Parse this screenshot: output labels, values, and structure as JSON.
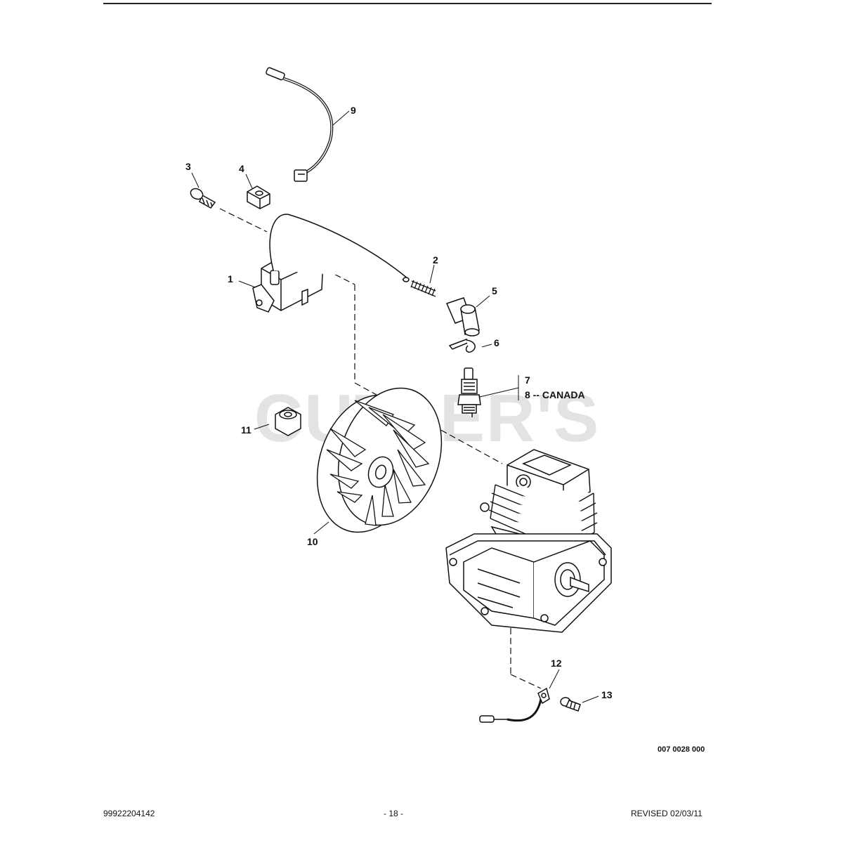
{
  "watermark": "CUTLER'S",
  "callouts": {
    "c1": "1",
    "c2": "2",
    "c3": "3",
    "c4": "4",
    "c5": "5",
    "c6": "6",
    "c7": "7",
    "c8": "8 -- CANADA",
    "c9": "9",
    "c10": "10",
    "c11": "11",
    "c12": "12",
    "c13": "13"
  },
  "drawing_number": "007 0028 000",
  "footer": {
    "part_number": "99922204142",
    "page": "- 18 -",
    "revised": "REVISED 02/03/11"
  }
}
